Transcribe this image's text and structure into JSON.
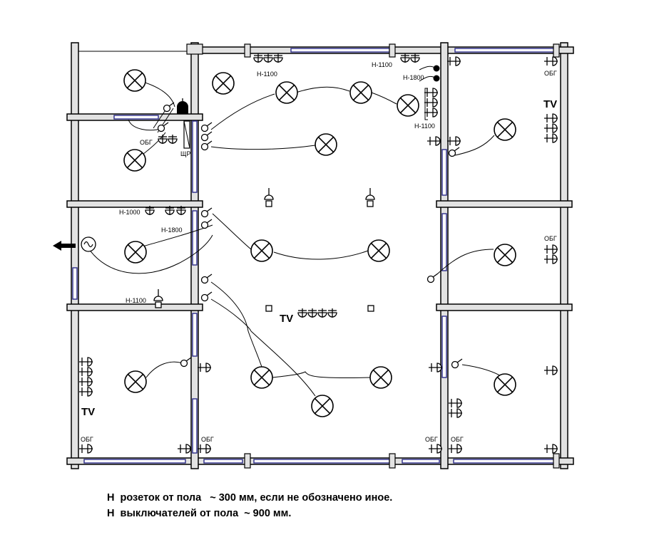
{
  "labels": {
    "h_1100": "Н-1100",
    "h_1800": "Н-1800",
    "h_1000": "Н-1000",
    "obg": "ОБГ",
    "tv": "TV",
    "shr": "ЩР"
  },
  "notes": [
    "Н  розеток от пола   ~ 300 мм, если не обозначено иное.",
    "Н  выключателей от пола  ~ 900 мм."
  ],
  "colors": {
    "wall": "#e2e2e2",
    "window": "#2a2a88",
    "line": "#000000"
  }
}
